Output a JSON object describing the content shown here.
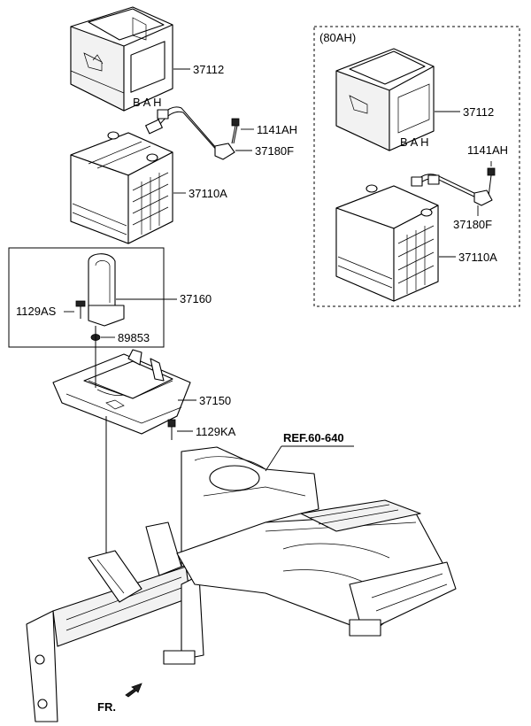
{
  "labels": {
    "p37112_top": "37112",
    "p1141AH_top": "1141AH",
    "p37180F_top": "37180F",
    "p37110A_top": "37110A",
    "p37160": "37160",
    "p1129AS": "1129AS",
    "p89853": "89853",
    "p37150": "37150",
    "p1129KA": "1129KA",
    "ref": "REF.60-640",
    "fr": "FR.",
    "variant": "(80AH)",
    "p37112_alt": "37112",
    "p1141AH_alt": "1141AH",
    "p37180F_alt": "37180F",
    "p37110A_alt": "37110A",
    "tray_letters": "B A H"
  }
}
